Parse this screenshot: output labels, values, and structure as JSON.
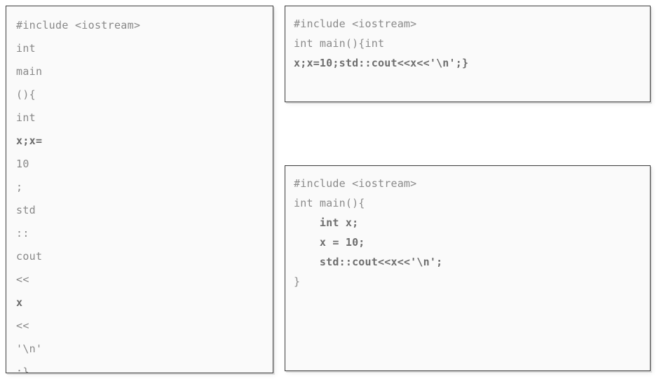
{
  "page": {
    "background_color": "#ffffff",
    "panel_background_color": "#fafafa",
    "panel_border_color": "#3a3a3a",
    "text_color": "#888888",
    "text_color_emphasis": "#6b6b6b"
  },
  "panels": [
    {
      "id": "narrow-wrapped",
      "name": "narrow-wrapped-code-panel",
      "lines": [
        {
          "text": "#include <iostream>",
          "emphasis": false
        },
        {
          "text": "int",
          "emphasis": false
        },
        {
          "text": "main",
          "emphasis": false
        },
        {
          "text": "(){",
          "emphasis": false
        },
        {
          "text": "int",
          "emphasis": false
        },
        {
          "text": "x;x=",
          "emphasis": true
        },
        {
          "text": "10",
          "emphasis": false
        },
        {
          "text": ";",
          "emphasis": false
        },
        {
          "text": "std",
          "emphasis": false
        },
        {
          "text": "::",
          "emphasis": false
        },
        {
          "text": "cout",
          "emphasis": false
        },
        {
          "text": "<<",
          "emphasis": false
        },
        {
          "text": "x",
          "emphasis": true
        },
        {
          "text": "<<",
          "emphasis": false
        },
        {
          "text": "'\\n'",
          "emphasis": false
        },
        {
          "text": ";}",
          "emphasis": false
        }
      ]
    },
    {
      "id": "oneliner",
      "name": "one-liner-code-panel",
      "lines": [
        {
          "text": "#include <iostream>",
          "emphasis": false
        },
        {
          "text": "int main(){int",
          "emphasis": false
        },
        {
          "text": "x;x=10;std::cout<<x<<'\\n';}",
          "emphasis": true
        }
      ]
    },
    {
      "id": "formatted",
      "name": "formatted-code-panel",
      "lines": [
        {
          "text": "#include <iostream>",
          "emphasis": false
        },
        {
          "text": "int main(){",
          "emphasis": false
        },
        {
          "text": "    int x;",
          "emphasis": true
        },
        {
          "text": "    x = 10;",
          "emphasis": true
        },
        {
          "text": "    std::cout<<x<<'\\n';",
          "emphasis": true
        },
        {
          "text": "}",
          "emphasis": false
        }
      ]
    }
  ]
}
